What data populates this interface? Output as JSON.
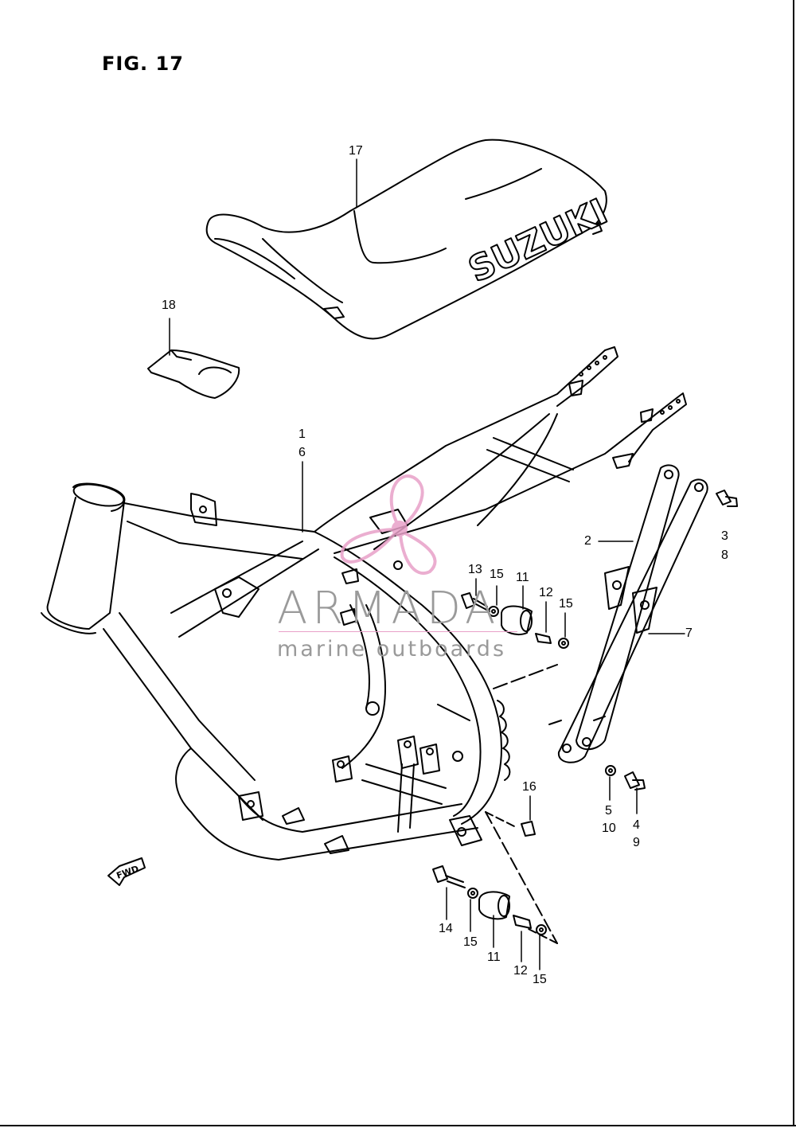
{
  "figure": {
    "title": "FIG. 17"
  },
  "seat_brand": "SUZUKI",
  "direction_label": "FWD",
  "callouts": [
    {
      "id": "c17",
      "text": "17"
    },
    {
      "id": "c18",
      "text": "18"
    },
    {
      "id": "c1",
      "text": "1"
    },
    {
      "id": "c6",
      "text": "6"
    },
    {
      "id": "c2",
      "text": "2"
    },
    {
      "id": "c3",
      "text": "3"
    },
    {
      "id": "c8",
      "text": "8"
    },
    {
      "id": "c7",
      "text": "7"
    },
    {
      "id": "c13",
      "text": "13"
    },
    {
      "id": "c15a",
      "text": "15"
    },
    {
      "id": "c11a",
      "text": "11"
    },
    {
      "id": "c12a",
      "text": "12"
    },
    {
      "id": "c15b",
      "text": "15"
    },
    {
      "id": "c16",
      "text": "16"
    },
    {
      "id": "c5",
      "text": "5"
    },
    {
      "id": "c10",
      "text": "10"
    },
    {
      "id": "c4",
      "text": "4"
    },
    {
      "id": "c9",
      "text": "9"
    },
    {
      "id": "c14",
      "text": "14"
    },
    {
      "id": "c15c",
      "text": "15"
    },
    {
      "id": "c11b",
      "text": "11"
    },
    {
      "id": "c12b",
      "text": "12"
    },
    {
      "id": "c15d",
      "text": "15"
    }
  ],
  "watermark": {
    "name": "ARMADA",
    "tagline": "marine outboards",
    "accent_color": "#e8a0c8"
  },
  "colors": {
    "line": "#000000",
    "background": "#ffffff"
  }
}
